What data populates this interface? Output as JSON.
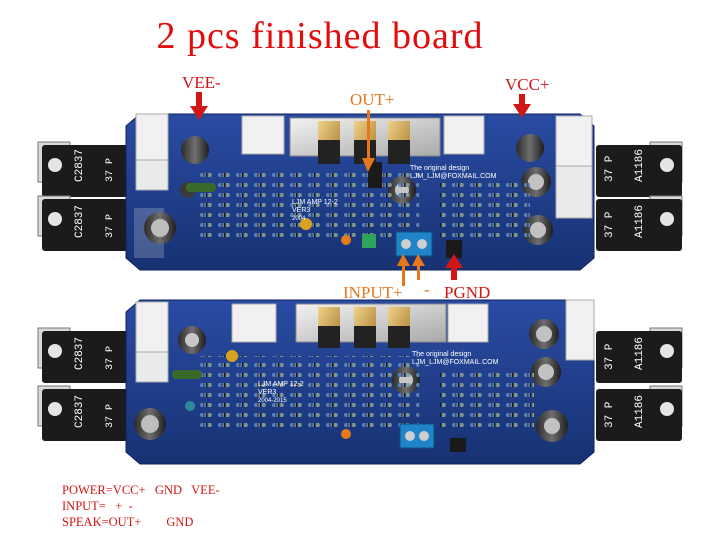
{
  "title": "2 pcs finished board",
  "labels": {
    "vee": "VEE-",
    "out": "OUT+",
    "vcc": "VCC+",
    "input": "INPUT+",
    "minus": "-",
    "pgnd": "PGND"
  },
  "notes": {
    "power": "POWER=VCC+   GND   VEE-",
    "input": "INPUT=   +  -",
    "speak": "SPEAK=OUT+        GND"
  },
  "boards": [
    {
      "design_line1": "The original design",
      "design_line2": "LJM_LJM@FOXMAIL.COM",
      "model_line1": "LJM AMP 12-2",
      "model_line2": "VER3",
      "year": "2004"
    },
    {
      "design_line1": "The original design",
      "design_line2": "LJM_LJM@FOXMAIL.COM",
      "model_line1": "LJM AMP 12-2",
      "model_line2": "VER3",
      "year": "2004-2015"
    }
  ],
  "transistors": {
    "npn": "C2837",
    "pnp": "A1186",
    "code": "37  P"
  },
  "colors": {
    "title": "#e30d0d",
    "label_orange": "#e8761a",
    "label_red": "#d21515",
    "pcb_blue": "#1f3d8c"
  }
}
